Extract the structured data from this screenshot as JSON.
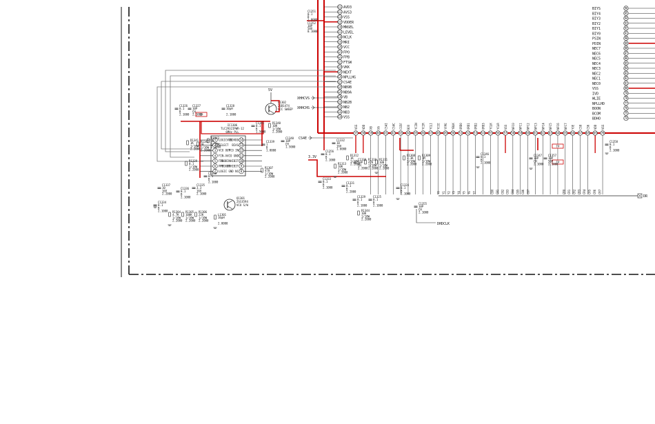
{
  "pins_top": [
    "AVD3",
    "AVS3",
    "VSS",
    "VDDER",
    "MNSEL",
    "LEVEL",
    "NCLK",
    "MRI",
    "VCC",
    "FPO",
    "FPB",
    "FTSW",
    "VKK",
    "NEXT",
    "NPLLHG",
    "CS4E",
    "NB9B",
    "NB9A",
    "VB",
    "NB2B",
    "NB2",
    "NB3",
    "VSS"
  ],
  "pins_top_caps": [
    "C1351\n0.1\nB\n2.0000",
    "C1352\n10P\n50V\n0.1000"
  ],
  "pins_right": [
    "BIYS",
    "BIY4",
    "BIY3",
    "BIY2",
    "BIY1",
    "BIY0",
    "PSIN",
    "PDIN",
    "NEC7",
    "NEC6",
    "NEC5",
    "NEC4",
    "NEC3",
    "NEC2",
    "NEC1",
    "NEC0",
    "VSS",
    "IVD",
    "WLIE",
    "NPLLHD",
    "BOON",
    "BCOM",
    "BDHO"
  ],
  "bus_labels": [
    "VSS",
    "VDD",
    "XB",
    "XA",
    "CS4I",
    "CS4C",
    "CS5F",
    "BOO",
    "YCIN",
    "YCIR",
    "YCLI",
    "YCCE",
    "YFPE",
    "YBLK",
    "ORD0",
    "ORD1",
    "ORD2",
    "ORD3",
    "YCLK",
    "YCLR",
    "VSS",
    "NFC0",
    "NFC1",
    "NFC2",
    "NFC3",
    "NFC4",
    "NFC5",
    "NFC6",
    "NFC7",
    "YOE",
    "CS8",
    "CS6",
    "VDD",
    "VSS"
  ],
  "y_labels": [
    "Y0",
    "Y1",
    "Y2",
    "Y3",
    "Y4",
    "Y5",
    "Y6",
    "Y7"
  ],
  "c_labels_a": [
    "CB0",
    "CB1",
    "CB2",
    "CB3",
    "CB4",
    "CB5",
    "CB6",
    "CB7"
  ],
  "c_labels_b": [
    "CR0",
    "CR1",
    "CR2",
    "CR3",
    "CR4",
    "CR5",
    "CR6",
    "CR7"
  ],
  "ic_ref": "IC1306",
  "ic_name": "TLC2932IPWR-12",
  "ic_sub": "6MHz PLL",
  "ic_pins_left": [
    "LOGIC VDD",
    "SELECT",
    "VCO OUT",
    "FIN-A",
    "FIN-B",
    "PFD OUT",
    "LOGIC GND"
  ],
  "ic_pins_right": [
    "VCO VDD",
    "BIAS",
    "VCO IN",
    "VCO GND",
    "VCO INHIBIT",
    "PFD INHIBIT",
    "NC"
  ],
  "q1302": [
    "Q1302",
    "2SB1474",
    "VCC SWEEP"
  ],
  "q1301": [
    "Q1301",
    "2SC4594",
    "VCO S/W"
  ],
  "label_5v": "5V",
  "label_33v": "3.3V",
  "net_xhhcvs": "XHHCVS",
  "net_xhhchs": "XHHCHS",
  "net_cs4e": "CS4E",
  "net_dhdclk": "DHDCLK",
  "net_dr": "DR",
  "tags": [
    "TP",
    "TP",
    "TP"
  ],
  "components": [
    [
      "C1326",
      "0.1",
      "B",
      "2.1000"
    ],
    [
      "C1327",
      "10P",
      "CH",
      "2.1000"
    ],
    [
      "C1328",
      "10μH",
      "",
      "2.1000"
    ],
    [
      "R1341",
      "1K",
      "1/10W",
      "2.2000"
    ],
    [
      "R1342",
      "1K",
      "1/10W",
      "2.2000"
    ],
    [
      "R1343",
      "1K",
      "1/10W",
      "2.2000"
    ],
    [
      "C1339",
      "1",
      "B",
      "1.8000"
    ],
    [
      "C1340",
      "10P",
      "CH",
      "1.5000"
    ],
    [
      "C1341",
      "0.1",
      "B",
      "1.5000"
    ],
    [
      "R1340",
      "10K",
      "1/10W",
      "2.2000"
    ],
    [
      "R1339",
      "0.1",
      "1/10W",
      "2.2000"
    ],
    [
      "C1338",
      "0.1",
      "B",
      "2.1000"
    ],
    [
      "R1307",
      "470",
      "1/10W",
      "2.2000"
    ],
    [
      "C1337",
      "10",
      "16V",
      "2.2000"
    ],
    [
      "C1336",
      "0.1",
      "B",
      "2.1000"
    ],
    [
      "C1335",
      "3.3",
      "16V",
      "2.1000"
    ],
    [
      "C1334",
      "0.1",
      "B",
      "2.1000"
    ],
    [
      "R1304",
      "4.7K",
      "1/10W",
      "2.2000"
    ],
    [
      "R1305",
      "100K",
      "1/10W",
      "2.2000"
    ],
    [
      "R1306",
      "22K",
      "1/10W",
      "2.2000"
    ],
    [
      "L1301",
      "10μH",
      "",
      "2.0000"
    ],
    [
      "C1332",
      "10",
      "16V",
      "1.6000"
    ],
    [
      "R1313",
      "10K",
      "1/10W",
      "2.2000"
    ],
    [
      "C1333",
      "0.1",
      "B",
      "2.1000"
    ],
    [
      "R1312",
      "1K",
      "1/10W",
      "2.2000"
    ],
    [
      "C1331",
      "0.1",
      "B",
      "2.2000"
    ],
    [
      "C1330",
      "10P",
      "CH",
      "2.2000"
    ],
    [
      "R1310",
      "47K",
      "1/10W",
      "2.2000"
    ],
    [
      "R1311",
      "100",
      "1/10W",
      "2.2000"
    ],
    [
      "C1329",
      "0.1",
      "B",
      "2.1000"
    ],
    [
      "C1325",
      "0.1",
      "B",
      "2.1000"
    ],
    [
      "C1324",
      "0.1",
      "B",
      "2.1000"
    ],
    [
      "R1308",
      "3.3K",
      "1/10W",
      "2.2000"
    ],
    [
      "R1309",
      "1M",
      "1/10W",
      "2.2000"
    ],
    [
      "C1346",
      "0.1",
      "B",
      "2.1000"
    ],
    [
      "C1347",
      "10P",
      "CH",
      "2.1000"
    ],
    [
      "C1357",
      "10P",
      "50V",
      "2.1000"
    ],
    [
      "C1358",
      "0.1",
      "B",
      "2.1000"
    ],
    [
      "C1355",
      "10P",
      "CH",
      "2.1000"
    ],
    [
      "C1356",
      "0.1",
      "B",
      "2.1000"
    ],
    [
      "R1344",
      "10K",
      "1/10W",
      "2.2000"
    ]
  ],
  "colors": {
    "power": "#cc0000",
    "wire": "#222222",
    "frame": "#111111",
    "background": "#ffffff"
  }
}
